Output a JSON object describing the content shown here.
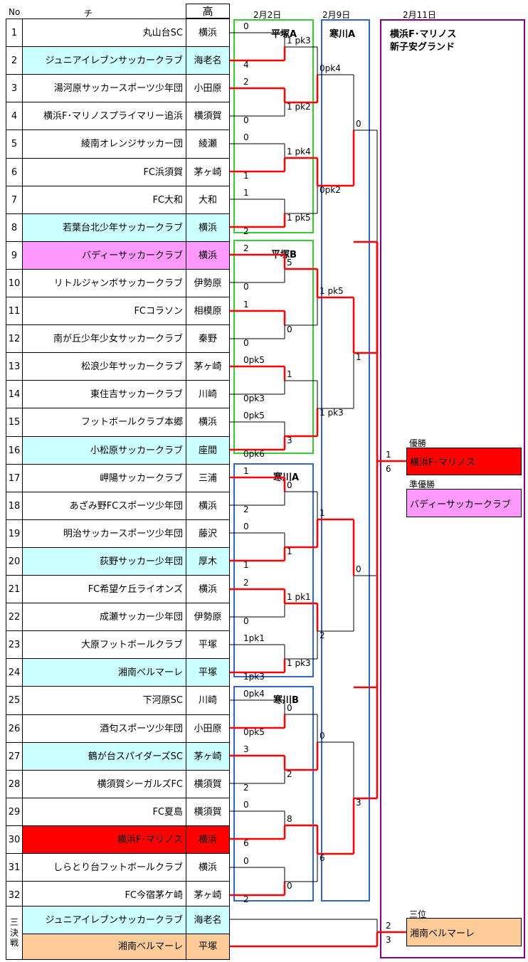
{
  "header": {
    "no": "No",
    "team": "チーム名",
    "pref": "高"
  },
  "dates": {
    "d1": "2月2日",
    "d2": "2月9日",
    "d3": "2月11日"
  },
  "colors": {
    "cyan": "#ccffff",
    "pink": "#ff99ff",
    "red": "#ff0000",
    "orange": "#ffcc99",
    "green": "#33cc33",
    "blue": "#3366cc",
    "purple": "#800080",
    "win": "#ff0000",
    "lose": "#000000"
  },
  "teams": [
    {
      "no": "1",
      "name": "丸山台SC",
      "pref": "横浜",
      "bg": "white"
    },
    {
      "no": "2",
      "name": "ジュニアイレブンサッカークラブ",
      "pref": "海老名",
      "bg": "cyan"
    },
    {
      "no": "3",
      "name": "湯河原サッカースポーツ少年団",
      "pref": "小田原",
      "bg": "white"
    },
    {
      "no": "4",
      "name": "横浜F･マリノスプライマリー追浜",
      "pref": "横須賀",
      "bg": "white"
    },
    {
      "no": "5",
      "name": "綾南オレンジサッカー団",
      "pref": "綾瀬",
      "bg": "white"
    },
    {
      "no": "6",
      "name": "FC浜須賀",
      "pref": "茅ヶ崎",
      "bg": "white"
    },
    {
      "no": "7",
      "name": "FC大和",
      "pref": "大和",
      "bg": "white"
    },
    {
      "no": "8",
      "name": "若葉台北少年サッカークラブ",
      "pref": "横浜",
      "bg": "cyan"
    },
    {
      "no": "9",
      "name": "バディーサッカークラブ",
      "pref": "横浜",
      "bg": "pink"
    },
    {
      "no": "10",
      "name": "リトルジャンボサッカークラブ",
      "pref": "伊勢原",
      "bg": "white"
    },
    {
      "no": "11",
      "name": "FCコラソン",
      "pref": "相模原",
      "bg": "white"
    },
    {
      "no": "12",
      "name": "南が丘少年少女サッカークラブ",
      "pref": "秦野",
      "bg": "white"
    },
    {
      "no": "13",
      "name": "松浪少年サッカークラブ",
      "pref": "茅ヶ崎",
      "bg": "white"
    },
    {
      "no": "14",
      "name": "東住吉サッカークラブ",
      "pref": "川崎",
      "bg": "white"
    },
    {
      "no": "15",
      "name": "フットボールクラブ本郷",
      "pref": "横浜",
      "bg": "white"
    },
    {
      "no": "16",
      "name": "小松原サッカークラブ",
      "pref": "座間",
      "bg": "cyan"
    },
    {
      "no": "17",
      "name": "岬陽サッカークラブ",
      "pref": "三浦",
      "bg": "white"
    },
    {
      "no": "18",
      "name": "あざみ野FCスポーツ少年団",
      "pref": "横浜",
      "bg": "white"
    },
    {
      "no": "19",
      "name": "明治サッカースポーツ少年団",
      "pref": "藤沢",
      "bg": "white"
    },
    {
      "no": "20",
      "name": "荻野サッカー少年団",
      "pref": "厚木",
      "bg": "cyan"
    },
    {
      "no": "21",
      "name": "FC希望ケ丘ライオンズ",
      "pref": "横浜",
      "bg": "white"
    },
    {
      "no": "22",
      "name": "成瀬サッカー少年団",
      "pref": "伊勢原",
      "bg": "white"
    },
    {
      "no": "23",
      "name": "大原フットボールクラブ",
      "pref": "平塚",
      "bg": "white"
    },
    {
      "no": "24",
      "name": "湘南ベルマーレ",
      "pref": "平塚",
      "bg": "cyan"
    },
    {
      "no": "25",
      "name": "下河原SC",
      "pref": "川崎",
      "bg": "white"
    },
    {
      "no": "26",
      "name": "酒匂スポーツ少年団",
      "pref": "小田原",
      "bg": "white"
    },
    {
      "no": "27",
      "name": "鶴が台スパイダーズSC",
      "pref": "茅ヶ崎",
      "bg": "cyan"
    },
    {
      "no": "28",
      "name": "横須賀シーガルズFC",
      "pref": "横須賀",
      "bg": "white"
    },
    {
      "no": "29",
      "name": "FC夏島",
      "pref": "横須賀",
      "bg": "white"
    },
    {
      "no": "30",
      "name": "横浜F･マリノス",
      "pref": "横浜",
      "bg": "red"
    },
    {
      "no": "31",
      "name": "しらとり台フットボールクラブ",
      "pref": "横浜",
      "bg": "white"
    },
    {
      "no": "32",
      "name": "FC今宿茅ケ崎",
      "pref": "茅ヶ崎",
      "bg": "white"
    }
  ],
  "third_place": {
    "label": "三決戦",
    "teams": [
      {
        "name": "ジュニアイレブンサッカークラブ",
        "pref": "海老名",
        "bg": "cyan"
      },
      {
        "name": "湘南ベルマーレ",
        "pref": "平塚",
        "bg": "orange"
      }
    ]
  },
  "venues": {
    "hiratsuka_a": "平塚A",
    "hiratsuka_b": "平塚B",
    "samukawa_a1": "寒川A",
    "samukawa_b": "寒川B",
    "samukawa_a2": "寒川A",
    "final_line1": "横浜F･マリノス",
    "final_line2": "新子安グランド"
  },
  "results": {
    "champion_label": "優勝",
    "champion": "横浜F･マリノス",
    "runner_up_label": "準優勝",
    "runner_up": "バディーサッカークラブ",
    "third_label": "三位",
    "third": "湘南ベルマーレ"
  },
  "scores": {
    "r1": [
      [
        "0",
        "4"
      ],
      [
        "2",
        "0"
      ],
      [
        "0",
        "1"
      ],
      [
        "1",
        "2"
      ],
      [
        "2",
        "0"
      ],
      [
        "1",
        "0"
      ],
      [
        "0pk5",
        "0pk3"
      ],
      [
        "0pk5",
        "0pk6"
      ],
      [
        "1",
        "2"
      ],
      [
        "0",
        "1"
      ],
      [
        "2",
        "0"
      ],
      [
        "1pk1",
        "1pk3"
      ],
      [
        "0pk4",
        "0pk5"
      ],
      [
        "3",
        "2"
      ],
      [
        "0",
        "6"
      ],
      [
        "0",
        "2"
      ]
    ],
    "r2": [
      [
        "1 pk3",
        "1 pk2"
      ],
      [
        "1 pk4",
        "1 pk5"
      ],
      [
        "5",
        "0"
      ],
      [
        "1",
        "3"
      ],
      [
        "0",
        "1"
      ],
      [
        "1 pk1",
        "1 pk3"
      ],
      [
        "0",
        "2"
      ],
      [
        "8",
        "0"
      ]
    ],
    "qf": [
      [
        "0pk4",
        "0pk2"
      ],
      [
        "1 pk5",
        "1 pk3"
      ],
      [
        "1",
        "2"
      ],
      [
        "0",
        "6"
      ]
    ],
    "sf": [
      [
        "0",
        "1"
      ],
      [
        "0",
        "3"
      ]
    ],
    "final": [
      "1",
      "6"
    ],
    "third": [
      "2",
      "3"
    ]
  }
}
